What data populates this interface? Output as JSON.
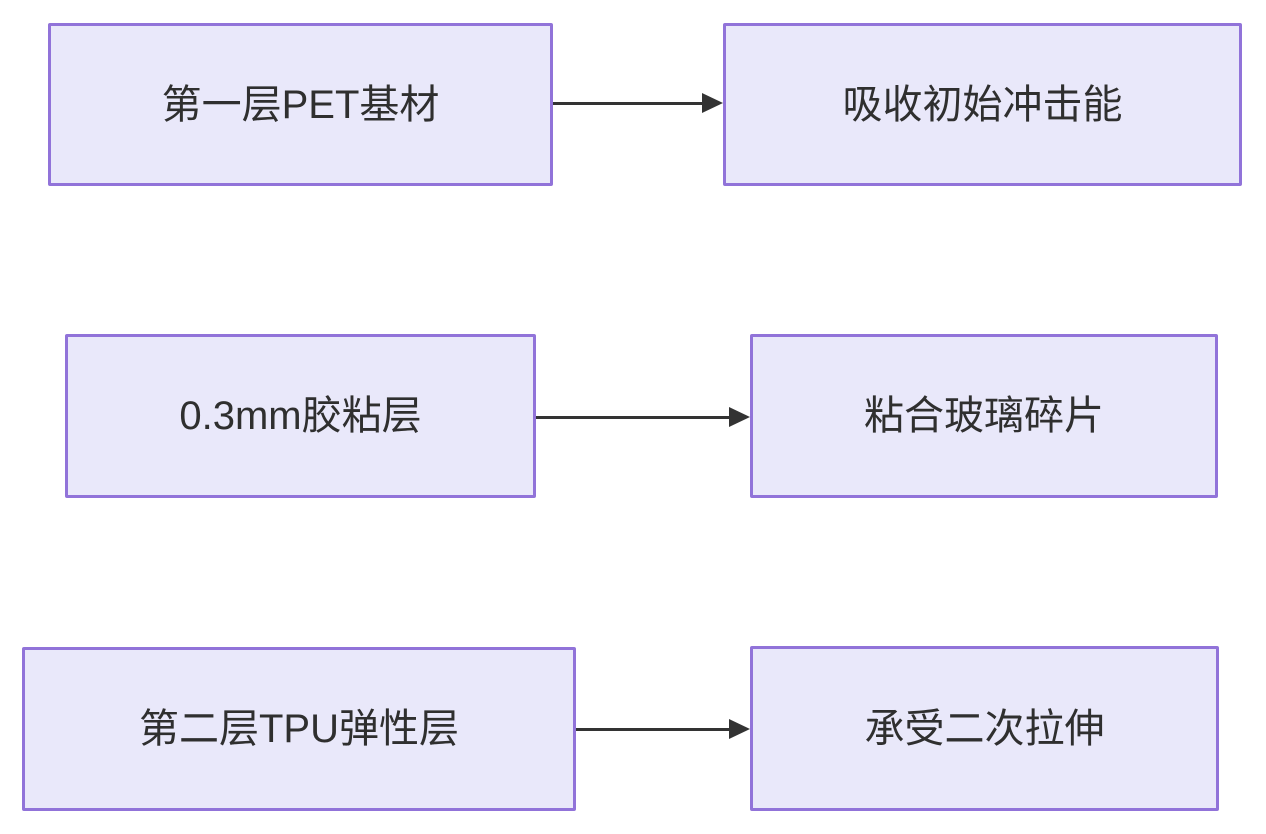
{
  "diagram": {
    "rows": [
      {
        "source": "第一层PET基材",
        "target": "吸收初始冲击能"
      },
      {
        "source": "0.3mm胶粘层",
        "target": "粘合玻璃碎片"
      },
      {
        "source": "第二层TPU弹性层",
        "target": "承受二次拉伸"
      }
    ],
    "colors": {
      "box_fill": "#e9e8fa",
      "box_border": "#9173d9",
      "arrow": "#333333",
      "text": "#2f2f2f",
      "background": "#ffffff"
    }
  }
}
